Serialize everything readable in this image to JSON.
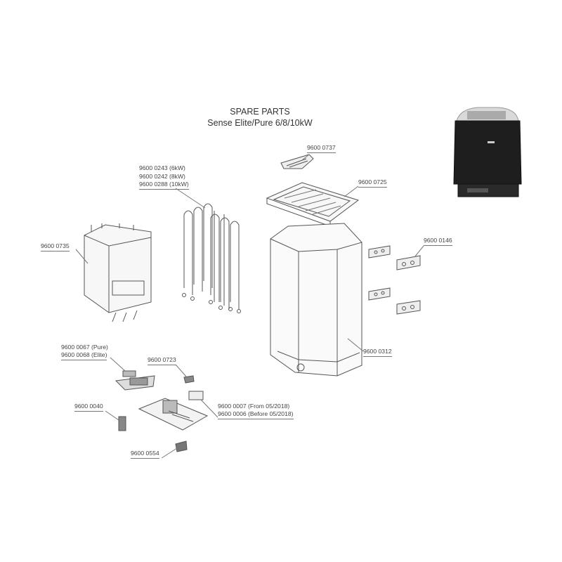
{
  "title": {
    "heading": "SPARE PARTS",
    "subtitle": "Sense Elite/Pure 6/8/10kW"
  },
  "parts": {
    "cover_grille": "9600 0737",
    "heating_element_6kw": "9600 0243 (6kW)",
    "heating_element_8kw": "9600 0242 (8kW)",
    "heating_element_10kw": "9600 0288 (10kW)",
    "stone_tray": "9600 0725",
    "element_frame": "9600 0735",
    "brackets": "9600 0146",
    "heater_body": "9600 0312",
    "board_pure": "9600 0067 (Pure)",
    "board_elite": "9600 0068 (Elite)",
    "connector": "9600 0723",
    "fuse": "9600 0040",
    "relay_new": "9600 0007 (From 05/2018)",
    "relay_old": "9600 0006 (Before 05/2018)",
    "terminal": "9600 0554"
  },
  "colors": {
    "line": "#555555",
    "heater_dark": "#1e1e1e",
    "heater_top": "#d9d9d9"
  }
}
